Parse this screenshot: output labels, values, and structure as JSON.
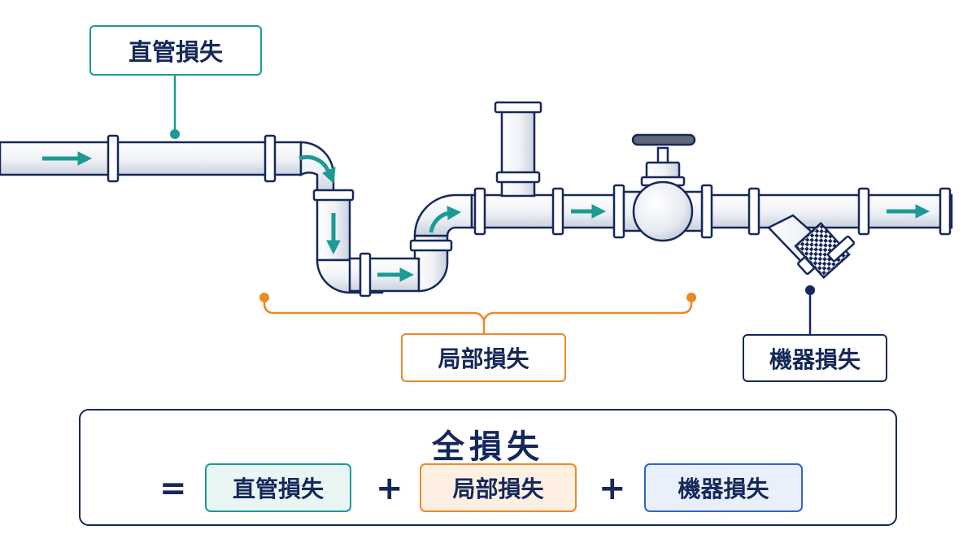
{
  "labels": {
    "straight_loss": "直管損失",
    "local_loss": "局部損失",
    "device_loss": "機器損失"
  },
  "formula": {
    "title": "全損失",
    "equals": "=",
    "plus": "+",
    "terms": [
      "直管損失",
      "局部損失",
      "機器損失"
    ]
  },
  "colors": {
    "navy": "#16285a",
    "teal": "#1d9a93",
    "orange": "#e98a25",
    "blue": "#2f66c4",
    "pipe": "#ecf0f5",
    "arrow": "#1d9a93"
  },
  "icons": [
    "flow-arrow-icon",
    "gate-valve-icon",
    "y-strainer-icon",
    "tee-branch-icon"
  ]
}
